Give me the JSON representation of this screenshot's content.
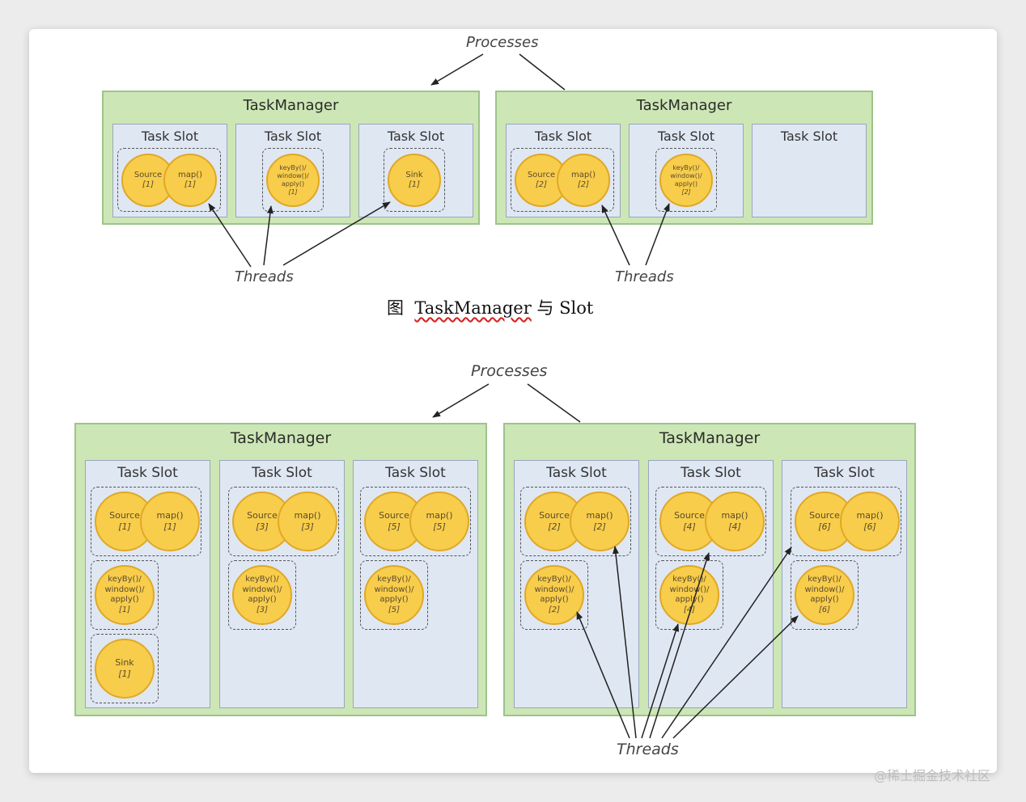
{
  "top": {
    "processes_label": "Processes",
    "threads_label": "Threads",
    "taskmanagers": [
      {
        "title": "TaskManager",
        "slots": [
          {
            "title": "Task Slot",
            "groups": [
              [
                {
                  "name": "Source",
                  "id": "[1]"
                },
                {
                  "name": "map()",
                  "id": "[1]"
                }
              ]
            ]
          },
          {
            "title": "Task Slot",
            "groups": [
              [
                {
                  "name": "keyBy()/ window()/ apply()",
                  "id": "[1]"
                }
              ]
            ]
          },
          {
            "title": "Task Slot",
            "groups": [
              [
                {
                  "name": "Sink",
                  "id": "[1]"
                }
              ]
            ]
          }
        ]
      },
      {
        "title": "TaskManager",
        "slots": [
          {
            "title": "Task Slot",
            "groups": [
              [
                {
                  "name": "Source",
                  "id": "[2]"
                },
                {
                  "name": "map()",
                  "id": "[2]"
                }
              ]
            ]
          },
          {
            "title": "Task Slot",
            "groups": [
              [
                {
                  "name": "keyBy()/ window()/ apply()",
                  "id": "[2]"
                }
              ]
            ]
          },
          {
            "title": "Task Slot",
            "groups": []
          }
        ]
      }
    ]
  },
  "caption": {
    "prefix": "图",
    "term": "TaskManager",
    "joiner": "与",
    "suffix": "Slot"
  },
  "bottom": {
    "processes_label": "Processes",
    "threads_label": "Threads",
    "taskmanagers": [
      {
        "title": "TaskManager",
        "slots": [
          {
            "title": "Task Slot",
            "groups": [
              [
                {
                  "name": "Source",
                  "id": "[1]"
                },
                {
                  "name": "map()",
                  "id": "[1]"
                }
              ],
              [
                {
                  "name": "keyBy()/ window()/ apply()",
                  "id": "[1]"
                }
              ],
              [
                {
                  "name": "Sink",
                  "id": "[1]"
                }
              ]
            ]
          },
          {
            "title": "Task Slot",
            "groups": [
              [
                {
                  "name": "Source",
                  "id": "[3]"
                },
                {
                  "name": "map()",
                  "id": "[3]"
                }
              ],
              [
                {
                  "name": "keyBy()/ window()/ apply()",
                  "id": "[3]"
                }
              ]
            ]
          },
          {
            "title": "Task Slot",
            "groups": [
              [
                {
                  "name": "Source",
                  "id": "[5]"
                },
                {
                  "name": "map()",
                  "id": "[5]"
                }
              ],
              [
                {
                  "name": "keyBy()/ window()/ apply()",
                  "id": "[5]"
                }
              ]
            ]
          }
        ]
      },
      {
        "title": "TaskManager",
        "slots": [
          {
            "title": "Task Slot",
            "groups": [
              [
                {
                  "name": "Source",
                  "id": "[2]"
                },
                {
                  "name": "map()",
                  "id": "[2]"
                }
              ],
              [
                {
                  "name": "keyBy()/ window()/ apply()",
                  "id": "[2]"
                }
              ]
            ]
          },
          {
            "title": "Task Slot",
            "groups": [
              [
                {
                  "name": "Source",
                  "id": "[4]"
                },
                {
                  "name": "map()",
                  "id": "[4]"
                }
              ],
              [
                {
                  "name": "keyBy()/ window()/ apply()",
                  "id": "[4]"
                }
              ]
            ]
          },
          {
            "title": "Task Slot",
            "groups": [
              [
                {
                  "name": "Source",
                  "id": "[6]"
                },
                {
                  "name": "map()",
                  "id": "[6]"
                }
              ],
              [
                {
                  "name": "keyBy()/ window()/ apply()",
                  "id": "[6]"
                }
              ]
            ]
          }
        ]
      }
    ]
  },
  "watermark": "@稀土掘金技术社区",
  "colors": {
    "taskmanager_fill": "#cde6b5",
    "slot_fill": "#dfe7f3",
    "operator_fill": "#f8cd4c"
  }
}
